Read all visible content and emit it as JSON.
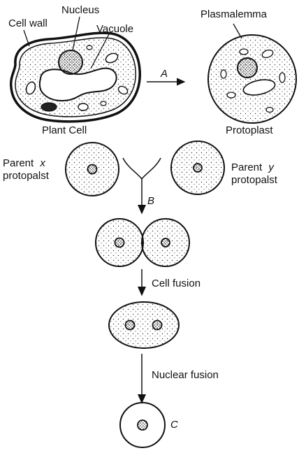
{
  "labels": {
    "nucleus": "Nucleus",
    "cell_wall": "Cell wall",
    "vacuole": "Vacuole",
    "plasmalemma": "Plasmalemma",
    "plant_cell": "Plant Cell",
    "protoplast": "Protoplast",
    "arrow_a": "A",
    "parent_x_line1": "Parent",
    "parent_x_var": "x",
    "parent_x_line2": "protopalst",
    "parent_y_line1": "Parent",
    "parent_y_var": "y",
    "parent_y_line2": "protopalst",
    "arrow_b": "B",
    "cell_fusion": "Cell fusion",
    "nuclear_fusion": "Nuclear fusion",
    "product_c": "C"
  },
  "colors": {
    "ink": "#111111",
    "fill": "#ffffff"
  }
}
